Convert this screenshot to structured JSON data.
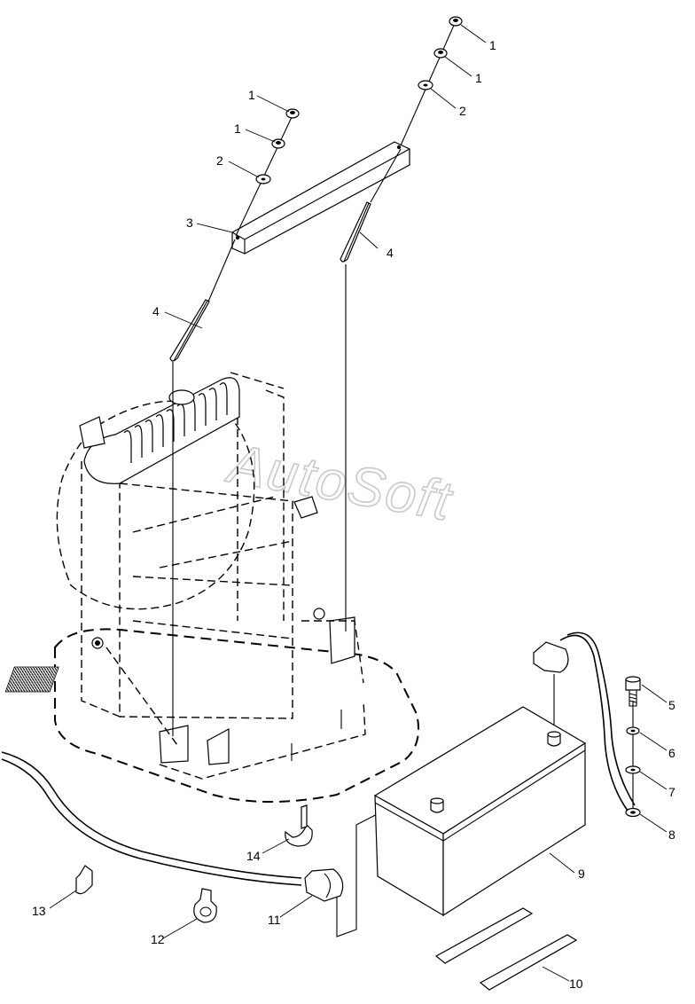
{
  "watermark": "AutoSoft",
  "callouts": [
    {
      "id": "c1a",
      "label": "1"
    },
    {
      "id": "c1b",
      "label": "1"
    },
    {
      "id": "c2a",
      "label": "2"
    },
    {
      "id": "c1c",
      "label": "1"
    },
    {
      "id": "c1d",
      "label": "1"
    },
    {
      "id": "c2b",
      "label": "2"
    },
    {
      "id": "c3",
      "label": "3"
    },
    {
      "id": "c4a",
      "label": "4"
    },
    {
      "id": "c4b",
      "label": "4"
    },
    {
      "id": "c5",
      "label": "5"
    },
    {
      "id": "c6",
      "label": "6"
    },
    {
      "id": "c7",
      "label": "7"
    },
    {
      "id": "c8",
      "label": "8"
    },
    {
      "id": "c9",
      "label": "9"
    },
    {
      "id": "c10",
      "label": "10"
    },
    {
      "id": "c11",
      "label": "11"
    },
    {
      "id": "c12",
      "label": "12"
    },
    {
      "id": "c13",
      "label": "13"
    },
    {
      "id": "c14",
      "label": "14"
    }
  ]
}
